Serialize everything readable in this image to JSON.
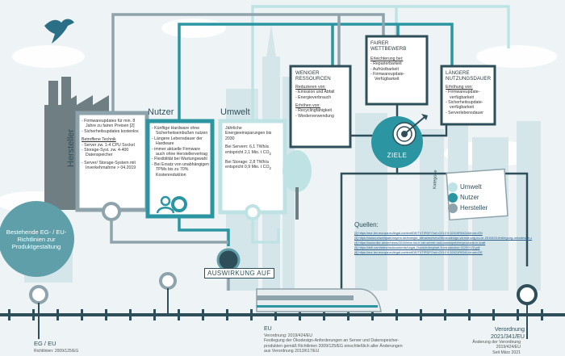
{
  "hersteller": {
    "title": "Hersteller",
    "items": [
      "Firmwareupdates für min. 8 Jahre zu fairen Preisen [2]",
      "Sicherheitsupdates kostenlos"
    ],
    "tech_heading": "Betroffene Technik",
    "tech_items": [
      "Server zw. 1-4 CPU Sockel",
      "Storage-Syst. zw. 4-400 Datenspeicher",
      "Server/ Storage-System mit Inverkehrnahme > 04.2019"
    ]
  },
  "nutzer": {
    "title": "Nutzer",
    "items": [
      "Künftige Hardware ohne Sicherheitseinbußen nutzen",
      "Längere Lebensdauer der Hardware",
      "immer aktuelle Firmware auch ohne Herstellervertrag",
      "Flexibilität bei Wartungswahl",
      "Bei Ersatz von unabhängigen TPMs bis zu 70% Kostenreduktion"
    ]
  },
  "umwelt": {
    "title": "Umwelt",
    "intro": "Jährliche Energieeinsparungen bis 2030",
    "servers": "Bei Servern: 6,1 TWh/a entspricht 2,1 Mio. t CO",
    "storage": "Bei Storage: 2,8 TWh/a entspricht 0,9 Mio. t CO",
    "co2_sub": "2"
  },
  "weniger": {
    "title": "WENIGER RESSOURCEN",
    "h1": "Reduzieren von:",
    "l1": [
      "Emission und Abfall",
      "Energieverbrauch"
    ],
    "h2": "Erhöhen von:",
    "l2": [
      "Recyclingfähigkeit",
      "Wiederverwendung"
    ]
  },
  "fairer": {
    "title": "FAIRER WETTBEWERB",
    "h1": "Erleichterung bei:",
    "l1": [
      "Reparierbarkeit",
      "Aufrüstbarkeit",
      "Firmwareupdate-Verfügbarkeit"
    ]
  },
  "laengere": {
    "title": "LÄNGERE NUTZUNGSDAUER",
    "h1": "Erhöhung von:",
    "l1": [
      "Firmwareupdate-verfügbarkeit",
      "Sicherheitsupdate-verfügbarkeit",
      "Serverlebensdauer"
    ]
  },
  "ziele": "ZIELE",
  "auswirkung": "AUSWIRKUNG AUF",
  "bestehende": "Bestehende EG- / EU-Richtlinien zur Produktgestaltung",
  "legend": {
    "tag": "Kategorie",
    "items": [
      {
        "label": "Umwelt",
        "color": "#bfe3e4"
      },
      {
        "label": "Nutzer",
        "color": "#2b95a2"
      },
      {
        "label": "Hersteller",
        "color": "#8ea3ab"
      }
    ]
  },
  "quellen": {
    "title": "Quellen:",
    "items": [
      "[2] https://eur-lex.europa.eu/legal-content/DE/TXT/PDF/?uri=CELEX:32019R0424&from=EN",
      "[3] https://www.umweltpakt.bayern.de/energie_klima/recht/eu/35/okodesign-verordnung-eu-nr-2019424-festlegung-oekodesign-anforderungen-an",
      "[4] https://www.dke.de/de/news/2019/eine-list-fr-ver-server-und-datenspeicherprodukte-in-kraft",
      "[5] https://dell.com/sites/csdocuments/Legal_Docs/en/ecp/set-fr-introduction-01292020.pdf",
      "[6] https://eur-lex.europa.eu/legal-content/DE/TXT/PDF/?uri=CELEX:32021R0341&from=DE"
    ]
  },
  "timeline": {
    "eg_eu": "EG / EU",
    "eg_eu_sub": "Richtlinien: 2009/125/EG",
    "eu": "EU",
    "eu_lines": [
      "Verordnung: 2019/424/EU",
      "Festlegung der Ökodesign-Anforderungen an Server und Datenspeicher-",
      "produkten gemäß Richtlinien 2009/125/EG einschließlich aller Änderungen",
      "aus Verordnung 2013/617/EU"
    ],
    "verordnung": "Verordnung",
    "verordnung_num": "2021/341/EU",
    "verordnung_lines": [
      "Änderung der Verordnung",
      "2019/424/EU",
      "Seit März 2021"
    ]
  },
  "colors": {
    "umwelt": "#bfe3e4",
    "nutzer": "#2b95a2",
    "hersteller": "#8ea3ab",
    "dark": "#2e4f59",
    "text": "#333333"
  }
}
